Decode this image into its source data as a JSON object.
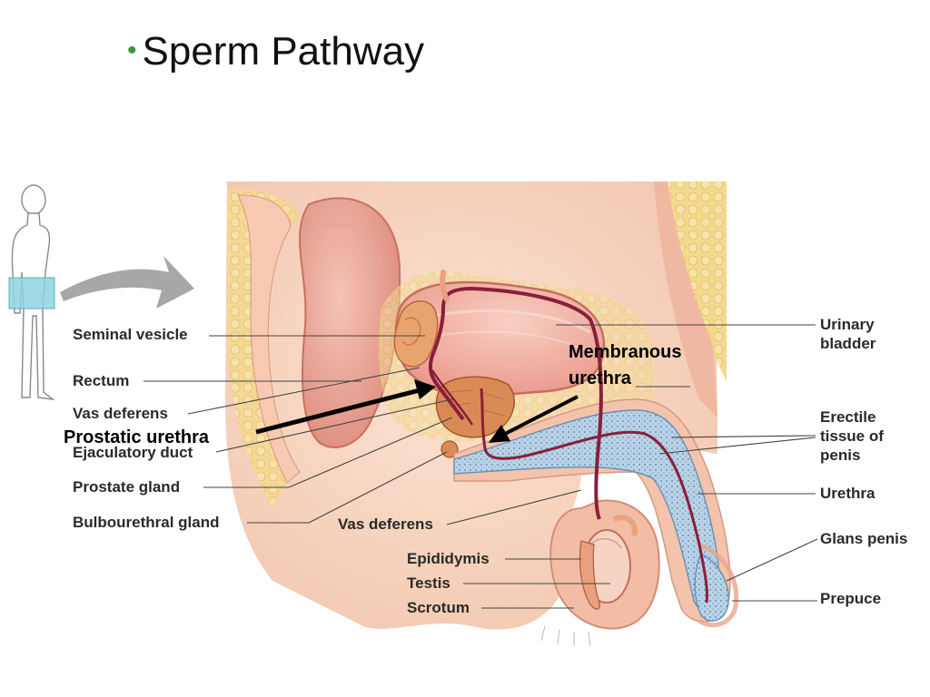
{
  "title": {
    "bullet": "•",
    "text": "Sperm Pathway"
  },
  "labels": {
    "seminal_vesicle": "Seminal vesicle",
    "rectum": "Rectum",
    "vas_deferens_left": "Vas deferens",
    "ejaculatory_duct": "Ejaculatory duct",
    "prostate_gland": "Prostate gland",
    "bulbourethral_gland": "Bulbourethral gland",
    "vas_deferens_bottom": "Vas deferens",
    "epididymis": "Epididymis",
    "testis": "Testis",
    "scrotum": "Scrotum",
    "urinary_bladder": [
      "Urinary",
      "bladder"
    ],
    "erectile_tissue": [
      "Erectile",
      "tissue of",
      "penis"
    ],
    "urethra": "Urethra",
    "glans_penis": "Glans penis",
    "prepuce": "Prepuce"
  },
  "callouts": {
    "prostatic_urethra": "Prostatic urethra",
    "membranous_urethra": [
      "Membranous",
      "urethra"
    ]
  },
  "colors": {
    "skin": "#f6d3bd",
    "muscle": "#e7a08e",
    "bladder": "#f3b6a6",
    "fat": "#f3d58a",
    "erectile": "#a9c6dd",
    "duct": "#8b1e3a",
    "bullet": "#3a9a3a",
    "arrow": "#000000"
  }
}
